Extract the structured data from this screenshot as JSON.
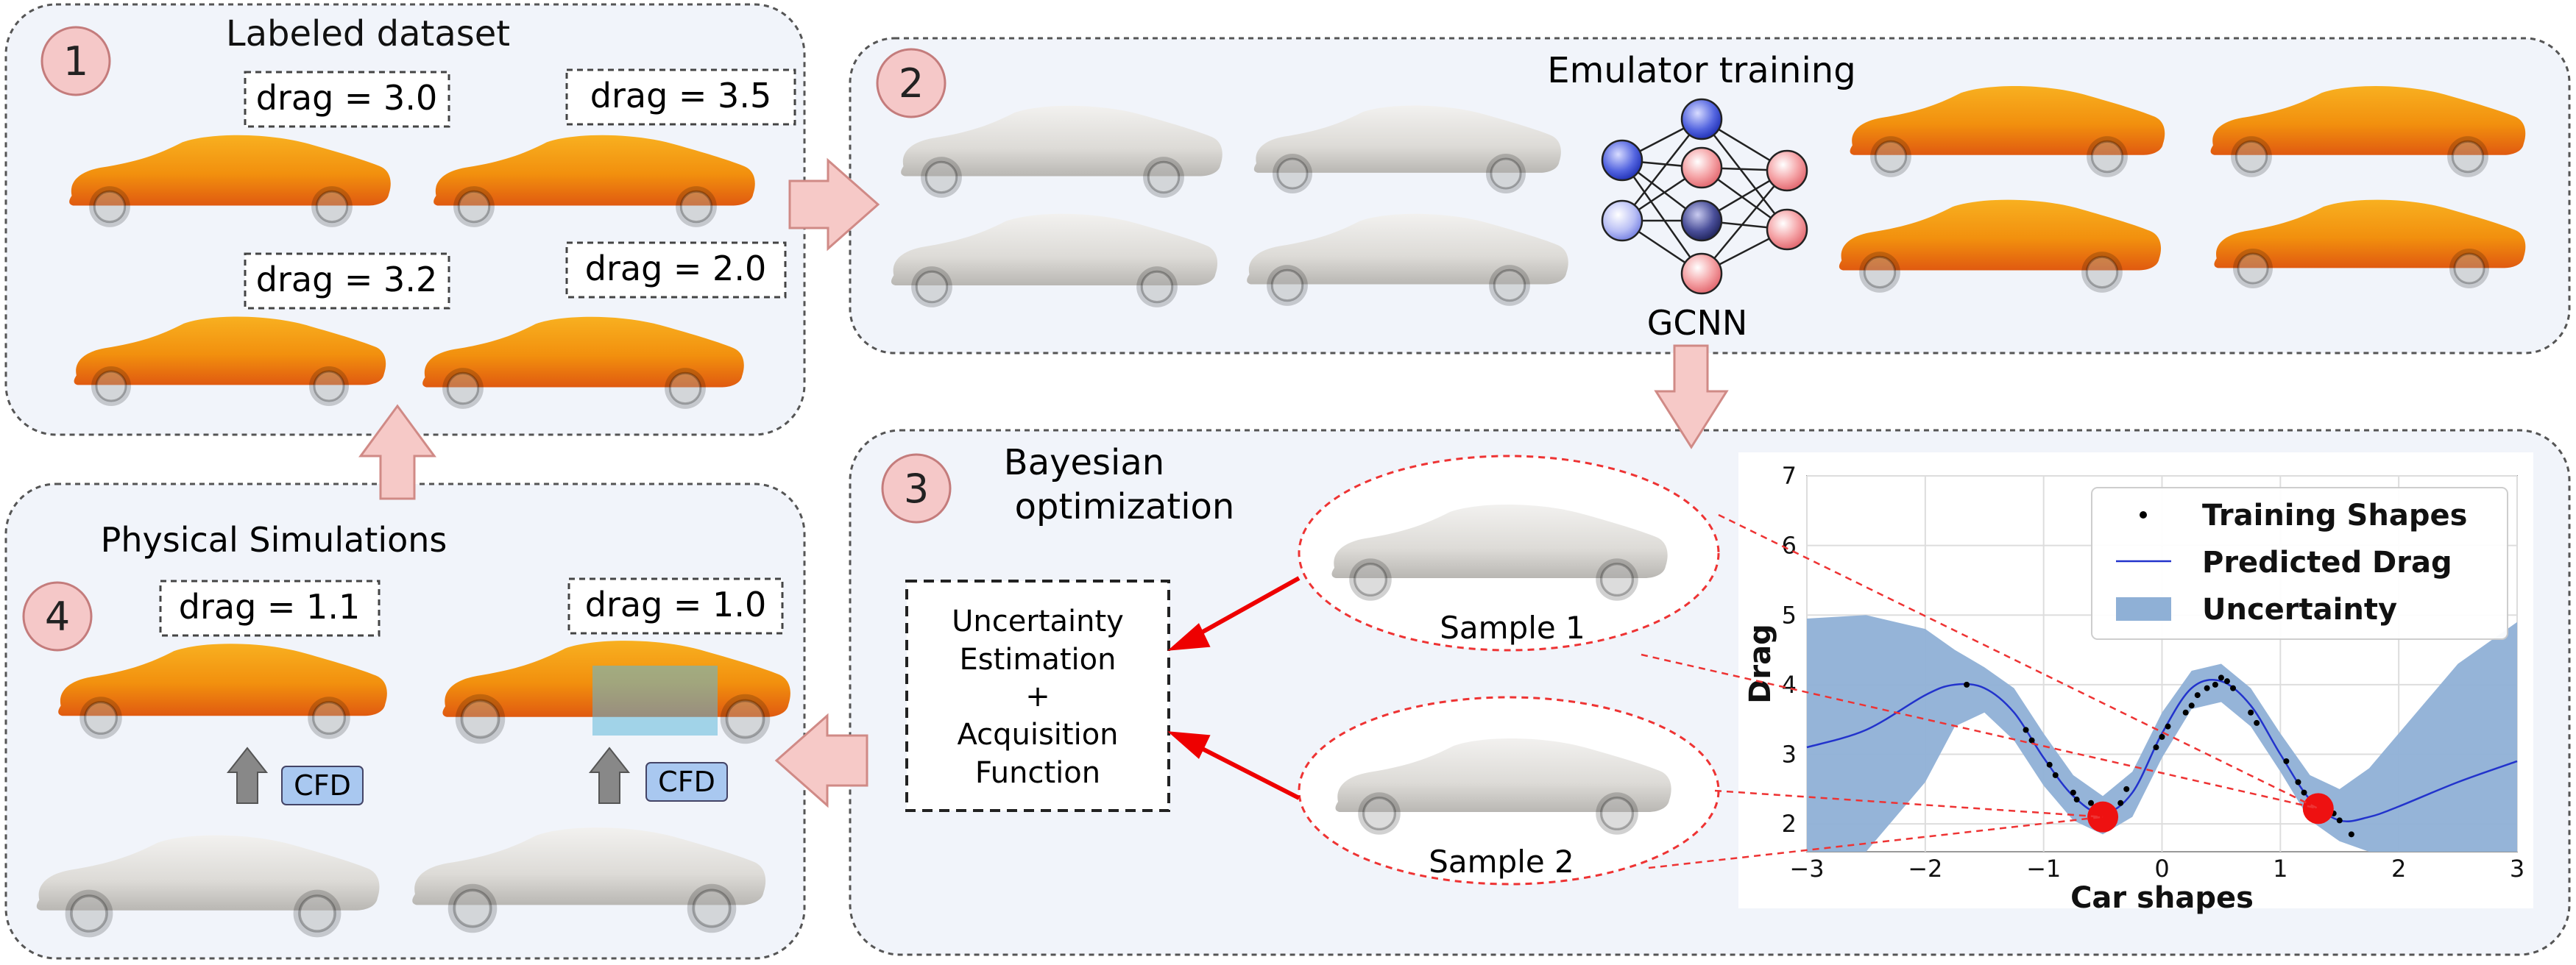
{
  "panels": {
    "p1": {
      "num": "1",
      "title": "Labeled dataset",
      "labels": [
        "drag = 3.0",
        "drag = 3.5",
        "drag = 3.2",
        "drag = 2.0"
      ]
    },
    "p2": {
      "num": "2",
      "title": "Emulator training",
      "net_label": "GCNN"
    },
    "p3": {
      "num": "3",
      "title_line1": "Bayesian",
      "title_line2": "optimization",
      "box_lines": [
        "Uncertainty",
        "Estimation",
        "+",
        "Acquisition",
        "Function"
      ],
      "sample1": "Sample 1",
      "sample2": "Sample 2"
    },
    "p4": {
      "num": "4",
      "title": "Physical Simulations",
      "labels": [
        "drag = 1.1",
        "drag = 1.0"
      ],
      "cfd": "CFD"
    }
  },
  "colors": {
    "panel_bg": "#f1f4fa",
    "badge": "#f5c8c8",
    "arrow_fill": "#f6c9c7",
    "arrow_stroke": "#d08a86",
    "uncertainty": "#8fb0d6",
    "predicted": "#2233cc",
    "sample_dot": "#ee1111",
    "cfd_badge": "#a9c8f0",
    "car_gray": "#dcdad6",
    "car_orange": "#f39a12",
    "car_red": "#e8550e"
  },
  "chart_data": {
    "type": "line",
    "xlabel": "Car shapes",
    "ylabel": "Drag",
    "xlim": [
      -3,
      3
    ],
    "ylim": [
      1.6,
      7
    ],
    "xticks": [
      "−3",
      "−2",
      "−1",
      "0",
      "1",
      "2",
      "3"
    ],
    "yticks": [
      "2",
      "3",
      "4",
      "5",
      "6",
      "7"
    ],
    "grid": true,
    "legend_position": "top-right",
    "legend": [
      "Training Shapes",
      "Predicted Drag",
      "Uncertainty"
    ],
    "predicted_drag": {
      "x": [
        -3,
        -2.5,
        -2,
        -1.75,
        -1.5,
        -1.25,
        -1,
        -0.75,
        -0.5,
        -0.25,
        0,
        0.25,
        0.5,
        0.75,
        1,
        1.25,
        1.5,
        1.75,
        2,
        2.5,
        3
      ],
      "y": [
        3.1,
        3.35,
        3.85,
        4.0,
        3.95,
        3.6,
        2.95,
        2.4,
        2.15,
        2.45,
        3.3,
        3.95,
        4.05,
        3.7,
        3.0,
        2.35,
        2.05,
        2.1,
        2.25,
        2.6,
        2.9
      ]
    },
    "uncertainty": {
      "x": [
        -3,
        -2.5,
        -2,
        -1.75,
        -1.5,
        -1.25,
        -1,
        -0.75,
        -0.5,
        -0.25,
        0,
        0.25,
        0.5,
        0.75,
        1,
        1.25,
        1.5,
        1.75,
        2,
        2.5,
        3
      ],
      "upper": [
        4.95,
        5.0,
        4.8,
        4.5,
        4.25,
        3.95,
        3.3,
        2.7,
        2.4,
        2.75,
        3.6,
        4.2,
        4.3,
        3.95,
        3.3,
        2.7,
        2.5,
        2.8,
        3.3,
        4.3,
        4.9
      ],
      "lower": [
        1.6,
        1.6,
        2.6,
        3.4,
        3.6,
        3.2,
        2.55,
        2.05,
        1.85,
        2.1,
        2.95,
        3.65,
        3.75,
        3.4,
        2.75,
        2.05,
        1.75,
        1.6,
        1.6,
        1.6,
        1.6
      ]
    },
    "training_shapes": {
      "x": [
        -1.65,
        -1.15,
        -1.1,
        -0.95,
        -0.9,
        -0.75,
        -0.72,
        -0.6,
        -0.55,
        -0.35,
        -0.3,
        -0.05,
        0.0,
        0.05,
        0.2,
        0.25,
        0.3,
        0.38,
        0.45,
        0.5,
        0.55,
        0.6,
        0.75,
        0.8,
        1.05,
        1.15,
        1.2,
        1.3,
        1.45,
        1.5,
        1.6
      ],
      "y": [
        4.0,
        3.35,
        3.2,
        2.85,
        2.7,
        2.45,
        2.35,
        2.3,
        2.2,
        2.3,
        2.5,
        3.1,
        3.25,
        3.4,
        3.6,
        3.7,
        3.85,
        3.95,
        4.0,
        4.1,
        4.05,
        3.95,
        3.6,
        3.45,
        2.9,
        2.6,
        2.45,
        2.3,
        2.15,
        2.05,
        1.85
      ]
    },
    "samples": {
      "x": [
        -0.5,
        1.32
      ],
      "y": [
        2.1,
        2.22
      ]
    }
  }
}
